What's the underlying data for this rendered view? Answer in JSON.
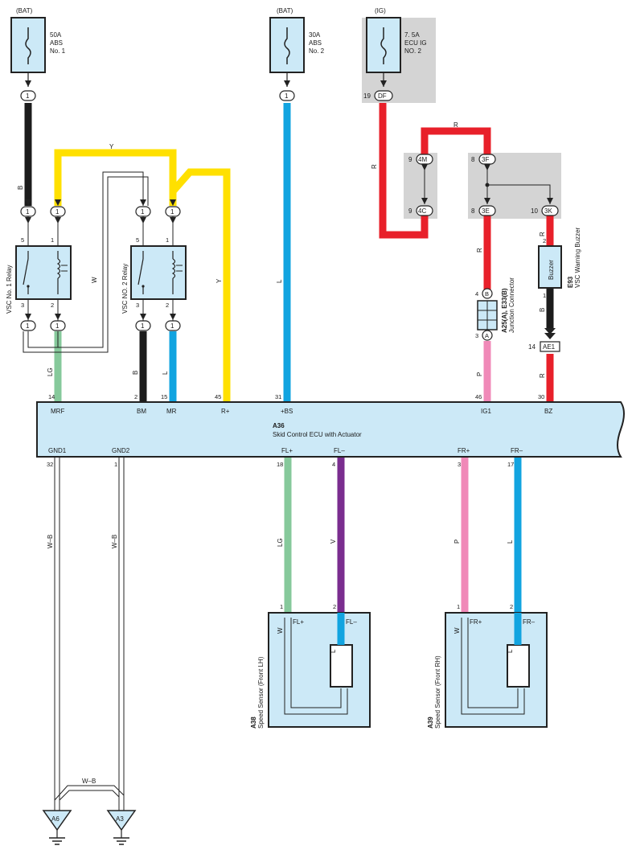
{
  "colors": {
    "black": "#1c1c1c",
    "yellow": "#ffe000",
    "blue": "#12a4e0",
    "red": "#e8202a",
    "green": "#86c99b",
    "pink": "#f089b8",
    "purple": "#7a2d8f",
    "box_fill": "#cce9f7",
    "gray_fill": "#d4d4d4"
  },
  "fuses": {
    "abs1": {
      "source": "(BAT)",
      "amp": "50A",
      "name1": "ABS",
      "name2": "No. 1",
      "pin": "1"
    },
    "abs2": {
      "source": "(BAT)",
      "amp": "30A",
      "name1": "ABS",
      "name2": "No. 2",
      "pin": "1"
    },
    "ecuig": {
      "source": "(IG)",
      "amp": "7. 5A",
      "name1": "ECU IG",
      "name2": "NO. 2",
      "pin": "DF",
      "pin_no": "19"
    }
  },
  "relays": {
    "r1": {
      "name": "VSC No. 1 Relay",
      "t5": "5",
      "t1": "1",
      "t3": "3",
      "t2": "2"
    },
    "r2": {
      "name": "VSC NO. 2 Relay",
      "t5": "5",
      "t1": "1",
      "t3": "3",
      "t2": "2"
    }
  },
  "connector_pin": "1",
  "wire_labels": {
    "b": "B",
    "y": "Y",
    "w": "W",
    "l": "L",
    "r": "R",
    "lg": "LG",
    "p": "P",
    "v": "V",
    "wb": "W–B"
  },
  "jc": {
    "pins": {
      "m4": "4M",
      "c4": "4C",
      "f3": "3F",
      "e3": "3E",
      "k3": "3K"
    },
    "nums": {
      "m4": "9",
      "c4": "9",
      "f3": "8",
      "e3": "8",
      "k3": "10"
    }
  },
  "junction_connector": {
    "code": "A25(A), E33(B)",
    "name": "Junction Connector",
    "pin_b": "B",
    "pin_a": "A",
    "num_b": "4",
    "num_a": "3"
  },
  "buzzer": {
    "code": "E93",
    "name": "VSC Warning Buzzer",
    "label": "Buzzer",
    "pin_top": "2",
    "pin_bot": "1",
    "connector": "AE1",
    "connector_pin_no": "14"
  },
  "ecu": {
    "code": "A36",
    "name": "Skid Control ECU with Actuator",
    "top_terminals": [
      {
        "label": "MRF",
        "pin": "14"
      },
      {
        "label": "BM",
        "pin": "2"
      },
      {
        "label": "MR",
        "pin": "15"
      },
      {
        "label": "R+",
        "pin": "45"
      },
      {
        "label": "+BS",
        "pin": "31"
      },
      {
        "label": "IG1",
        "pin": "46"
      },
      {
        "label": "BZ",
        "pin": "30"
      }
    ],
    "bottom_terminals": [
      {
        "label": "GND1",
        "pin": "32"
      },
      {
        "label": "GND2",
        "pin": "1"
      },
      {
        "label": "FL+",
        "pin": "18"
      },
      {
        "label": "FL–",
        "pin": "4"
      },
      {
        "label": "FR+",
        "pin": "3"
      },
      {
        "label": "FR–",
        "pin": "17"
      }
    ]
  },
  "sensors": {
    "lh": {
      "code": "A38",
      "name": "Speed Sensor (Front LH)",
      "plus": "FL+",
      "minus": "FL–",
      "pin1": "1",
      "pin2": "2"
    },
    "rh": {
      "code": "A39",
      "name": "Speed Sensor (Front RH)",
      "plus": "FR+",
      "minus": "FR–",
      "pin1": "1",
      "pin2": "2"
    }
  },
  "grounds": {
    "g1": "A6",
    "g2": "A3"
  }
}
